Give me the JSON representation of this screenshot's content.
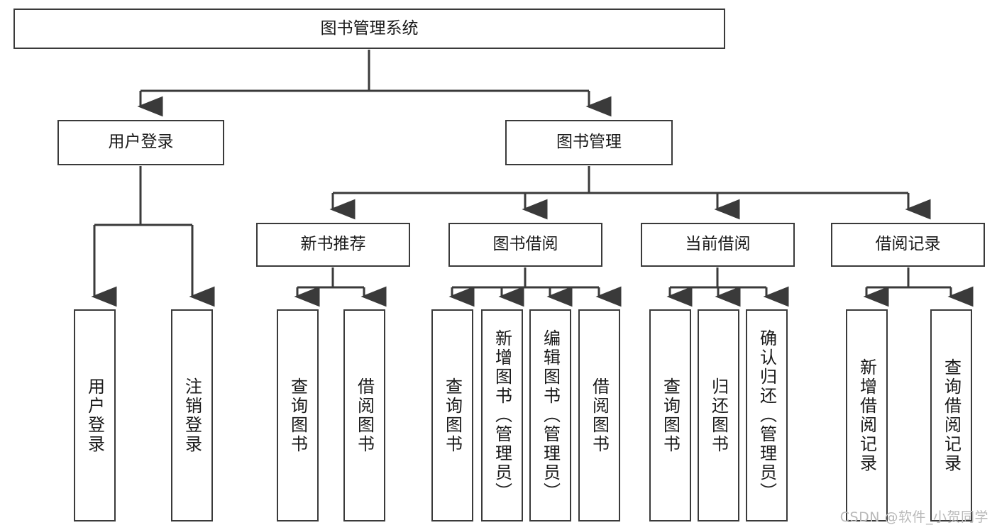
{
  "diagram": {
    "title": "图书管理系统",
    "type": "tree-hierarchy-chart",
    "watermark": "CSDN @软件_小贺同学",
    "stroke_color": "#3a3a3a",
    "background_color": "#ffffff",
    "text_color": "#1a1a1a",
    "nodes": {
      "root": {
        "label": "图书管理系统"
      },
      "level2": [
        {
          "label": "用户登录"
        },
        {
          "label": "图书管理"
        }
      ],
      "level3": [
        {
          "label": "新书推荐"
        },
        {
          "label": "图书借阅"
        },
        {
          "label": "当前借阅"
        },
        {
          "label": "借阅记录"
        }
      ],
      "leaves_user_login": [
        {
          "label": "用户登录"
        },
        {
          "label": "注销登录"
        }
      ],
      "leaves_new_book": [
        {
          "label": "查询图书"
        },
        {
          "label": "借阅图书"
        }
      ],
      "leaves_borrow": [
        {
          "label": "查询图书"
        },
        {
          "label": "新增图书（管理员）"
        },
        {
          "label": "编辑图书（管理员）"
        },
        {
          "label": "借阅图书"
        }
      ],
      "leaves_current": [
        {
          "label": "查询图书"
        },
        {
          "label": "归还图书"
        },
        {
          "label": "确认归还（管理员）"
        }
      ],
      "leaves_records": [
        {
          "label": "新增借阅记录"
        },
        {
          "label": "查询借阅记录"
        }
      ]
    }
  }
}
